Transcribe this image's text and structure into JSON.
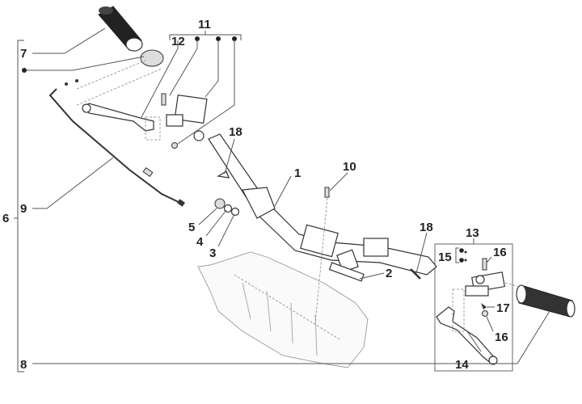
{
  "diagram": {
    "title": "Handlebar assembly exploded parts diagram",
    "callouts": [
      {
        "id": "c1",
        "label": "1",
        "part": "handlebar-tube"
      },
      {
        "id": "c2",
        "label": "2",
        "part": "handlebar-bolt"
      },
      {
        "id": "c3",
        "label": "3",
        "part": "washer"
      },
      {
        "id": "c4",
        "label": "4",
        "part": "washer"
      },
      {
        "id": "c5",
        "label": "5",
        "part": "nut"
      },
      {
        "id": "c6",
        "label": "6",
        "part": "left-assembly-group"
      },
      {
        "id": "c7",
        "label": "7",
        "part": "left-grip"
      },
      {
        "id": "c8",
        "label": "8",
        "part": "right-grip"
      },
      {
        "id": "c9",
        "label": "9",
        "part": "cable"
      },
      {
        "id": "c10",
        "label": "10",
        "part": "screw"
      },
      {
        "id": "c11",
        "label": "11",
        "part": "left-master-cylinder-group"
      },
      {
        "id": "c12",
        "label": "12",
        "part": "left-brake-lever"
      },
      {
        "id": "c13",
        "label": "13",
        "part": "right-lever-group"
      },
      {
        "id": "c14",
        "label": "14",
        "part": "right-brake-lever"
      },
      {
        "id": "c15",
        "label": "15",
        "part": "screw-kit"
      },
      {
        "id": "c16a",
        "label": "16",
        "part": "pin"
      },
      {
        "id": "c16b",
        "label": "16",
        "part": "nut"
      },
      {
        "id": "c17",
        "label": "17",
        "part": "spring"
      },
      {
        "id": "c18a",
        "label": "18",
        "part": "clip"
      },
      {
        "id": "c18b",
        "label": "18",
        "part": "clip"
      }
    ]
  }
}
